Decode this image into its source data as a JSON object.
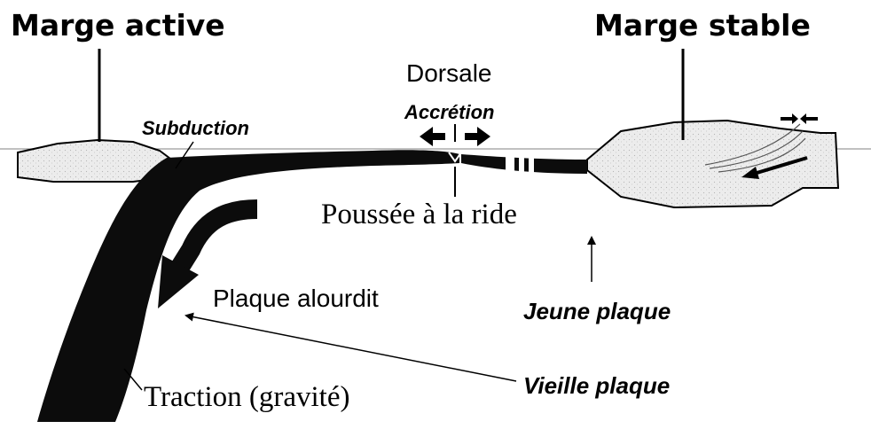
{
  "labels": {
    "marge_active": "Marge active",
    "marge_stable": "Marge stable",
    "dorsale": "Dorsale",
    "accretion": "Accrétion",
    "subduction": "Subduction",
    "poussee": "Poussée à la ride",
    "jeune_plaque": "Jeune plaque",
    "plaque_alourdit": "Plaque alourdit",
    "vieille_plaque": "Vieille plaque",
    "traction": "Traction (gravité)"
  },
  "colors": {
    "ink": "#000000",
    "continent_fill": "#ececec",
    "sea_line": "#9a9a9a",
    "background": "#ffffff"
  }
}
